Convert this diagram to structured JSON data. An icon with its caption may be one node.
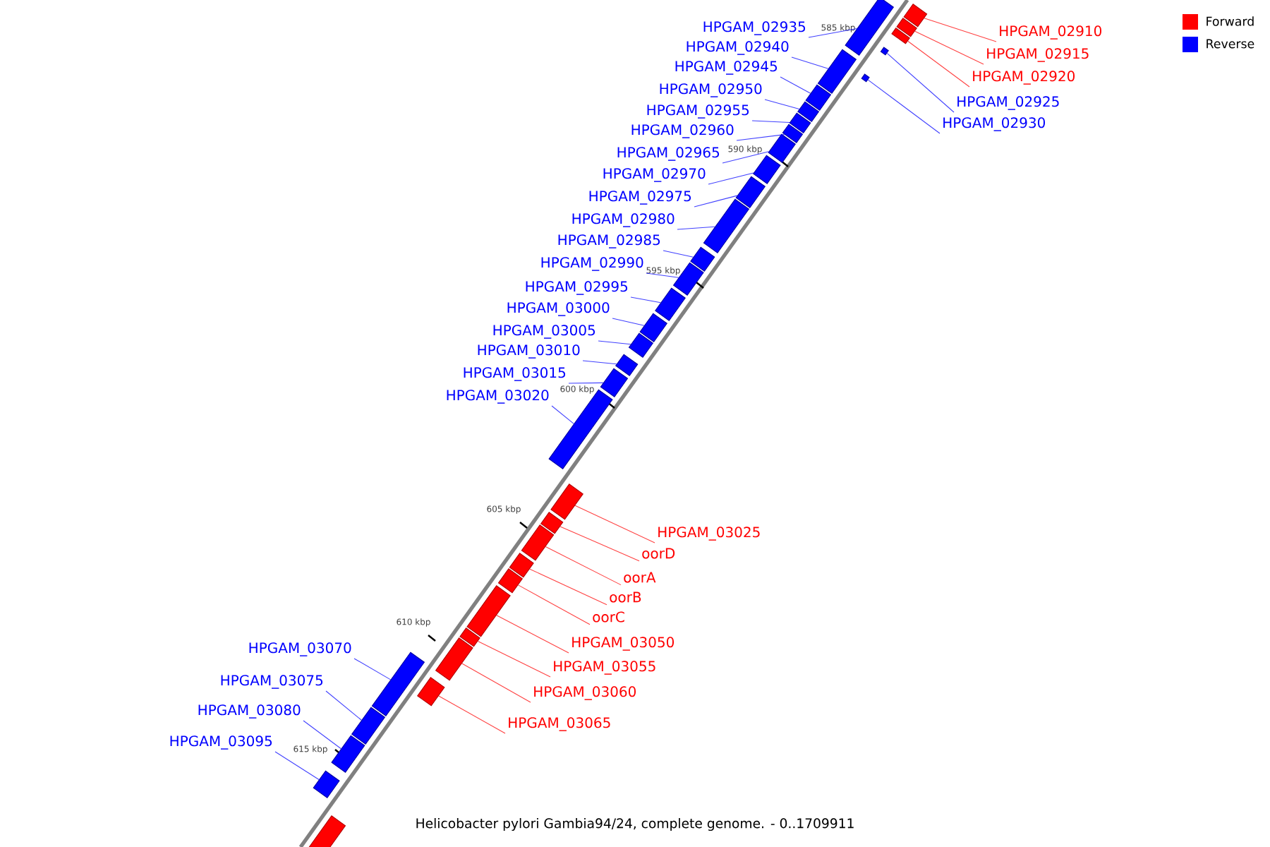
{
  "diagram": {
    "caption": "Helicobacter pylori Gambia94/24, complete genome. - 0..1709911",
    "nodes": [
      {
        "text": [
          "HPGAM_02910"
        ]
      },
      {
        "text": [
          "HPGAM_02915"
        ]
      },
      {
        "text": [
          "HPGAM_02920"
        ]
      },
      {
        "text": [
          "HPGAM_02925"
        ]
      },
      {
        "text": [
          "HPGAM_02930"
        ]
      },
      {
        "text": [
          "HPGAM_02935"
        ]
      },
      {
        "text": [
          "HPGAM_02940"
        ]
      },
      {
        "text": [
          "HPGAM_02945"
        ]
      },
      {
        "text": [
          "HPGAM_02950"
        ]
      },
      {
        "text": [
          "HPGAM_02955"
        ]
      },
      {
        "text": [
          "HPGAM_02960"
        ]
      },
      {
        "text": [
          "HPGAM_02965"
        ]
      },
      {
        "text": [
          "HPGAM_02970"
        ]
      },
      {
        "text": [
          "HPGAM_02975"
        ]
      },
      {
        "text": [
          "HPGAM_02980"
        ]
      },
      {
        "text": [
          "HPGAM_02985"
        ]
      },
      {
        "text": [
          "HPGAM_02990"
        ]
      },
      {
        "text": [
          "HPGAM_02995"
        ]
      },
      {
        "text": [
          "HPGAM_03000"
        ]
      },
      {
        "text": [
          "HPGAM_03005"
        ]
      },
      {
        "text": [
          "HPGAM_03010"
        ]
      },
      {
        "text": [
          "HPGAM_03015"
        ]
      },
      {
        "text": [
          "HPGAM_03020"
        ]
      },
      {
        "text": [
          "HPGAM_03025"
        ]
      },
      {
        "text": [
          "oorD"
        ]
      },
      {
        "text": [
          "oorA"
        ]
      },
      {
        "text": [
          "oorB"
        ]
      },
      {
        "text": [
          "oorC"
        ]
      },
      {
        "text": [
          "HPGAM_03050"
        ]
      },
      {
        "text": [
          "HPGAM_03055"
        ]
      },
      {
        "text": [
          "HPGAM_03060"
        ]
      },
      {
        "text": [
          "HPGAM_03065"
        ]
      },
      {
        "text": [
          "HPGAM_03070"
        ]
      },
      {
        "text": [
          "HPGAM_03075"
        ]
      },
      {
        "text": [
          "HPGAM_03080"
        ]
      },
      {
        "text": [
          "HPGAM_03095"
        ]
      },
      {
        "text": [],
        "shape": "bar"
      },
      {
        "text": [],
        "shape": "bar"
      },
      {
        "text": [],
        "shape": "bar"
      },
      {
        "text": [],
        "shape": "bar"
      },
      {
        "text": [],
        "shape": "bar"
      },
      {
        "text": [],
        "shape": "bar"
      },
      {
        "text": [],
        "shape": "bar"
      },
      {
        "text": [],
        "shape": "bar"
      },
      {
        "text": [],
        "shape": "bar"
      },
      {
        "text": [],
        "shape": "bar"
      },
      {
        "text": [],
        "shape": "bar"
      },
      {
        "text": [],
        "shape": "bar"
      },
      {
        "text": [],
        "shape": "bar"
      },
      {
        "text": [],
        "shape": "bar"
      },
      {
        "text": [],
        "shape": "bar"
      },
      {
        "text": [],
        "shape": "bar"
      },
      {
        "text": [],
        "shape": "bar"
      },
      {
        "text": [],
        "shape": "bar"
      },
      {
        "text": [],
        "shape": "bar"
      },
      {
        "text": [],
        "shape": "bar"
      },
      {
        "text": [],
        "shape": "bar"
      },
      {
        "text": [],
        "shape": "bar"
      },
      {
        "text": [],
        "shape": "bar"
      },
      {
        "text": [],
        "shape": "bar"
      },
      {
        "text": [],
        "shape": "bar"
      },
      {
        "text": [],
        "shape": "bar"
      },
      {
        "text": [],
        "shape": "bar"
      },
      {
        "text": [],
        "shape": "bar"
      },
      {
        "text": [],
        "shape": "bar"
      },
      {
        "text": [],
        "shape": "bar"
      },
      {
        "text": [],
        "shape": "bar"
      },
      {
        "text": [],
        "shape": "bar"
      },
      {
        "text": [],
        "shape": "bar"
      },
      {
        "text": [],
        "shape": "bar"
      },
      {
        "text": [],
        "shape": "bar"
      },
      {
        "text": [],
        "shape": "bar"
      },
      {
        "text": [],
        "shape": "bar"
      }
    ],
    "edges": [
      {
        "from": 0,
        "to": 36,
        "arrow": "none",
        "color": "#ff0000"
      },
      {
        "from": 1,
        "to": 37,
        "arrow": "none",
        "color": "#ff0000"
      },
      {
        "from": 2,
        "to": 38,
        "arrow": "none",
        "color": "#ff0000"
      },
      {
        "from": 3,
        "to": 39,
        "arrow": "none"
      },
      {
        "from": 4,
        "to": 40,
        "arrow": "none"
      },
      {
        "from": 5,
        "to": 41,
        "arrow": "none"
      },
      {
        "from": 6,
        "to": 42,
        "arrow": "none"
      },
      {
        "from": 7,
        "to": 43,
        "arrow": "none"
      },
      {
        "from": 8,
        "to": 44,
        "arrow": "none"
      },
      {
        "from": 9,
        "to": 45,
        "arrow": "none"
      },
      {
        "from": 10,
        "to": 46,
        "arrow": "none"
      },
      {
        "from": 11,
        "to": 47,
        "arrow": "none"
      },
      {
        "from": 12,
        "to": 48,
        "arrow": "none"
      },
      {
        "from": 13,
        "to": 49,
        "arrow": "none"
      },
      {
        "from": 14,
        "to": 50,
        "arrow": "none"
      },
      {
        "from": 15,
        "to": 51,
        "arrow": "none"
      },
      {
        "from": 16,
        "to": 52,
        "arrow": "none"
      },
      {
        "from": 17,
        "to": 53,
        "arrow": "none"
      },
      {
        "from": 18,
        "to": 54,
        "arrow": "none"
      },
      {
        "from": 19,
        "to": 55,
        "arrow": "none"
      },
      {
        "from": 20,
        "to": 56,
        "arrow": "none"
      },
      {
        "from": 21,
        "to": 57,
        "arrow": "none"
      },
      {
        "from": 22,
        "to": 58,
        "arrow": "none"
      },
      {
        "from": 23,
        "to": 59,
        "arrow": "none",
        "color": "#ff0000"
      },
      {
        "from": 24,
        "to": 60,
        "arrow": "none",
        "color": "#ff0000"
      },
      {
        "from": 25,
        "to": 61,
        "arrow": "none",
        "color": "#ff0000"
      },
      {
        "from": 26,
        "to": 62,
        "arrow": "none",
        "color": "#ff0000"
      },
      {
        "from": 27,
        "to": 63,
        "arrow": "none",
        "color": "#ff0000"
      },
      {
        "from": 28,
        "to": 64,
        "arrow": "none",
        "color": "#ff0000"
      },
      {
        "from": 29,
        "to": 65,
        "arrow": "none",
        "color": "#ff0000"
      },
      {
        "from": 30,
        "to": 66,
        "arrow": "none",
        "color": "#ff0000"
      },
      {
        "from": 31,
        "to": 67,
        "arrow": "none",
        "color": "#ff0000"
      },
      {
        "from": 32,
        "to": 68,
        "arrow": "none"
      },
      {
        "from": 33,
        "to": 69,
        "arrow": "none"
      },
      {
        "from": 34,
        "to": 70,
        "arrow": "none"
      },
      {
        "from": 35,
        "to": 71,
        "arrow": "none"
      }
    ],
    "labels": [
      "585 kbp",
      "590 kbp",
      "595 kbp",
      "600 kbp",
      "605 kbp",
      "610 kbp",
      "615 kbp"
    ],
    "legend": [
      {
        "text": "Forward",
        "color": "#ff0000"
      },
      {
        "text": "Reverse",
        "color": "#0000ff"
      }
    ]
  }
}
